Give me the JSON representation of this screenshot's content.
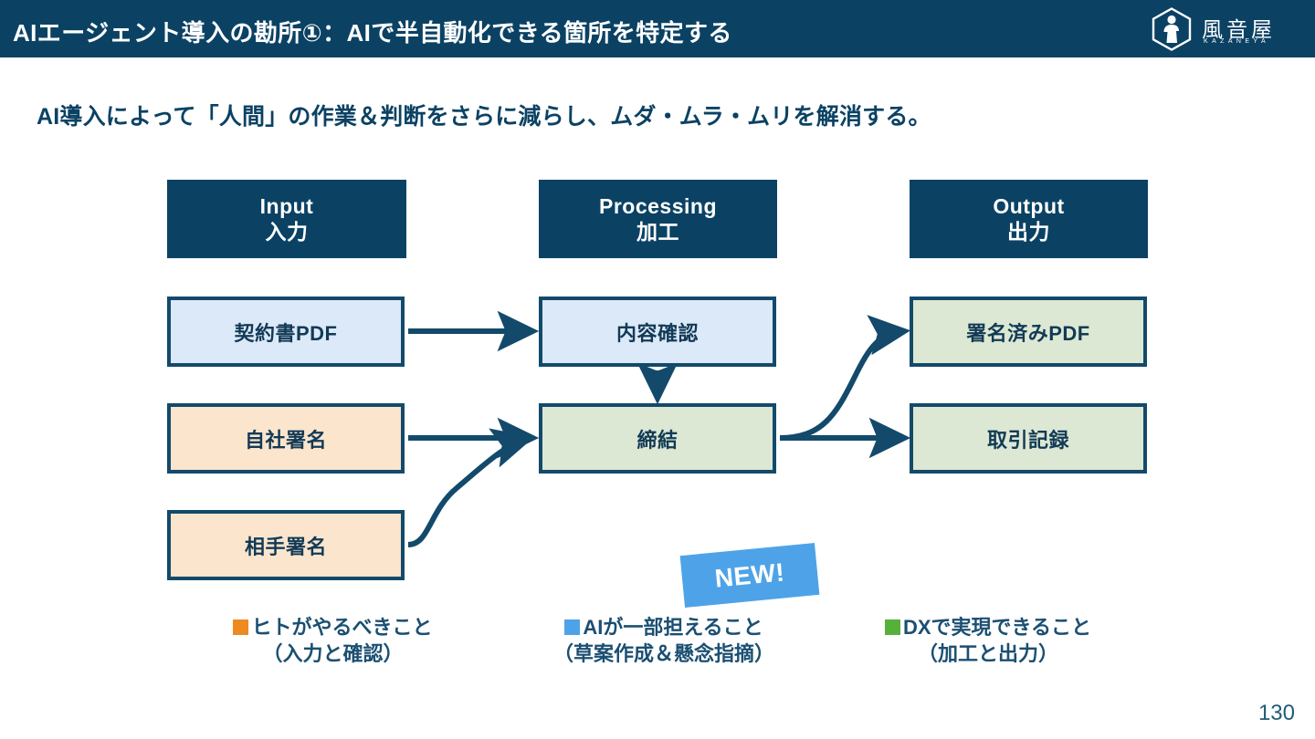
{
  "slide": {
    "title": "AIエージェント導入の勘所①：AIで半自動化できる箇所を特定する",
    "subtitle": "AI導入によって「人間」の作業＆判断をさらに減らし、ムダ・ムラ・ムリを解消する。",
    "page_number": "130",
    "title_bar_color": "#0B4264",
    "accent_color": "#134A6B"
  },
  "logo": {
    "kanji": "風音屋",
    "roman": "KAZANEYA"
  },
  "columns": [
    {
      "en": "Input",
      "ja": "入力"
    },
    {
      "en": "Processing",
      "ja": "加工"
    },
    {
      "en": "Output",
      "ja": "出力"
    }
  ],
  "nodes": [
    {
      "id": "contract-pdf",
      "label": "契約書PDF",
      "category": "ai",
      "fill": "#DCE9F8"
    },
    {
      "id": "own-signature",
      "label": "自社署名",
      "category": "human",
      "fill": "#FBE5CD"
    },
    {
      "id": "counterparty-signature",
      "label": "相手署名",
      "category": "human",
      "fill": "#FBE5CD"
    },
    {
      "id": "content-check",
      "label": "内容確認",
      "category": "ai",
      "fill": "#DCE9F8"
    },
    {
      "id": "conclusion",
      "label": "締結",
      "category": "dx",
      "fill": "#DCE8D3"
    },
    {
      "id": "signed-pdf",
      "label": "署名済みPDF",
      "category": "dx",
      "fill": "#DCE8D3"
    },
    {
      "id": "transaction-record",
      "label": "取引記録",
      "category": "dx",
      "fill": "#DCE8D3"
    }
  ],
  "badge": {
    "label": "NEW!",
    "color": "#4EA3E8"
  },
  "legend": [
    {
      "color": "#ED8B20",
      "line1": "ヒトがやるべきこと",
      "line2": "（入力と確認）"
    },
    {
      "color": "#4EA3E8",
      "line1": "AIが一部担えること",
      "line2": "（草案作成＆懸念指摘）"
    },
    {
      "color": "#57B03B",
      "line1": "DXで実現できること",
      "line2": "（加工と出力）"
    }
  ]
}
